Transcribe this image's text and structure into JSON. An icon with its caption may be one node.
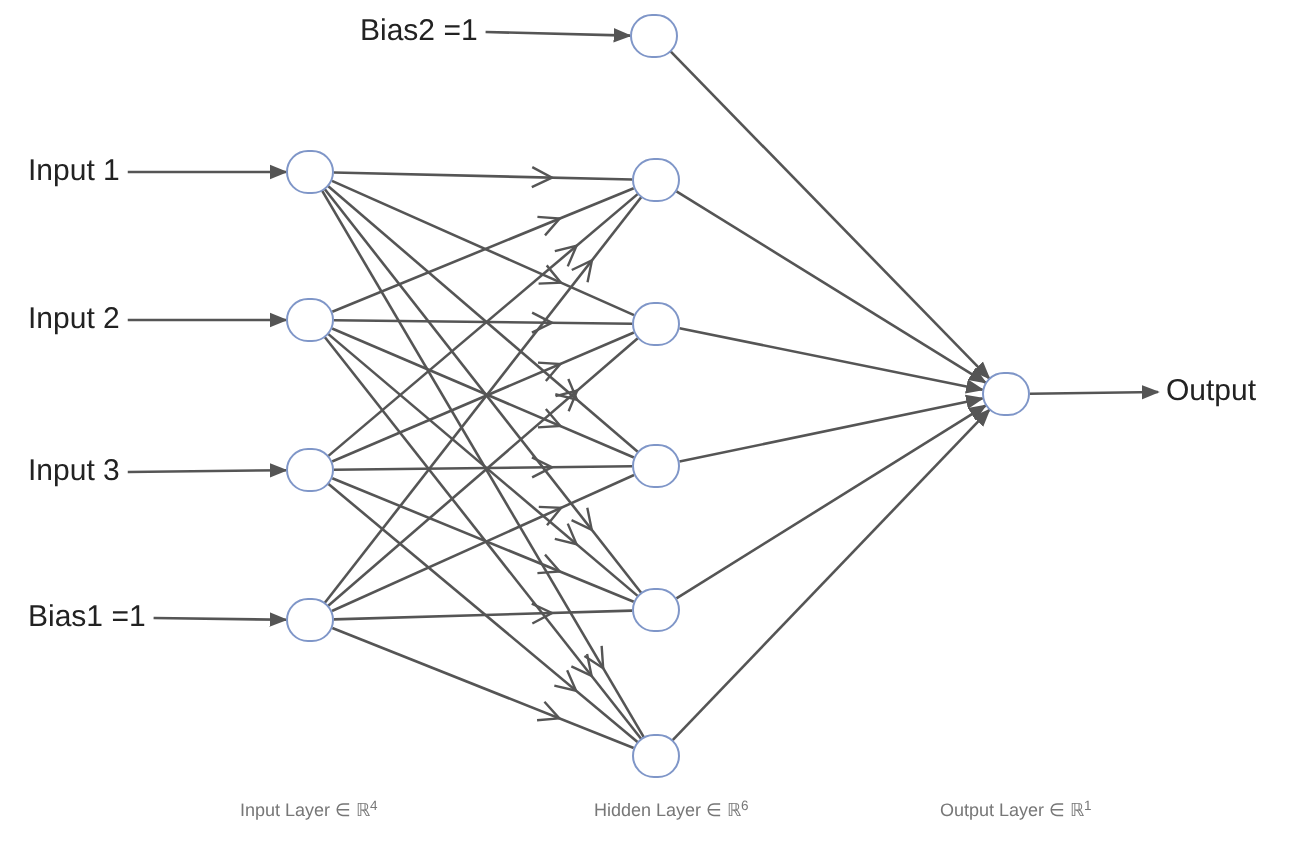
{
  "diagram": {
    "nodes": [
      {
        "text": [
          "Bias2 =1"
        ]
      },
      {
        "text": [],
        "shape": "circle"
      },
      {
        "text": [
          "Input 1"
        ]
      },
      {
        "text": [
          "Input 2"
        ]
      },
      {
        "text": [
          "Input 3"
        ]
      },
      {
        "text": [
          "Bias1 =1"
        ]
      },
      {
        "text": [],
        "shape": "circle"
      },
      {
        "text": [],
        "shape": "circle"
      },
      {
        "text": [],
        "shape": "circle"
      },
      {
        "text": [],
        "shape": "circle"
      },
      {
        "text": [],
        "shape": "circle"
      },
      {
        "text": [],
        "shape": "circle"
      },
      {
        "text": [],
        "shape": "circle"
      },
      {
        "text": [],
        "shape": "circle"
      },
      {
        "text": [],
        "shape": "circle"
      },
      {
        "text": [],
        "shape": "circle"
      },
      {
        "text": [
          "Output"
        ]
      }
    ],
    "edges": [
      {
        "from": 0,
        "to": 1,
        "arrow": "to"
      },
      {
        "from": 2,
        "to": 6,
        "arrow": "to"
      },
      {
        "from": 3,
        "to": 7,
        "arrow": "to"
      },
      {
        "from": 4,
        "to": 8,
        "arrow": "to"
      },
      {
        "from": 5,
        "to": 9,
        "arrow": "to"
      },
      {
        "from": 6,
        "to": 10,
        "arrow": "to"
      },
      {
        "from": 6,
        "to": 11,
        "arrow": "to"
      },
      {
        "from": 6,
        "to": 12,
        "arrow": "to"
      },
      {
        "from": 6,
        "to": 13,
        "arrow": "to"
      },
      {
        "from": 6,
        "to": 14,
        "arrow": "to"
      },
      {
        "from": 7,
        "to": 10,
        "arrow": "to"
      },
      {
        "from": 7,
        "to": 11,
        "arrow": "to"
      },
      {
        "from": 7,
        "to": 12,
        "arrow": "to"
      },
      {
        "from": 7,
        "to": 13,
        "arrow": "to"
      },
      {
        "from": 7,
        "to": 14,
        "arrow": "to"
      },
      {
        "from": 8,
        "to": 10,
        "arrow": "to"
      },
      {
        "from": 8,
        "to": 11,
        "arrow": "to"
      },
      {
        "from": 8,
        "to": 12,
        "arrow": "to"
      },
      {
        "from": 8,
        "to": 13,
        "arrow": "to"
      },
      {
        "from": 8,
        "to": 14,
        "arrow": "to"
      },
      {
        "from": 9,
        "to": 10,
        "arrow": "to"
      },
      {
        "from": 9,
        "to": 11,
        "arrow": "to"
      },
      {
        "from": 9,
        "to": 12,
        "arrow": "to"
      },
      {
        "from": 9,
        "to": 13,
        "arrow": "to"
      },
      {
        "from": 9,
        "to": 14,
        "arrow": "to"
      },
      {
        "from": 1,
        "to": 15,
        "arrow": "to"
      },
      {
        "from": 10,
        "to": 15,
        "arrow": "to"
      },
      {
        "from": 11,
        "to": 15,
        "arrow": "to"
      },
      {
        "from": 12,
        "to": 15,
        "arrow": "to"
      },
      {
        "from": 13,
        "to": 15,
        "arrow": "to"
      },
      {
        "from": 14,
        "to": 15,
        "arrow": "to"
      },
      {
        "from": 15,
        "to": 16,
        "arrow": "to"
      }
    ],
    "labels": [
      "Input Layer ∈ ℝ$^{4}$",
      "Hidden Layer ∈ ℝ$^{6}$",
      "Output Layer ∈ ℝ$^{1}$"
    ]
  }
}
